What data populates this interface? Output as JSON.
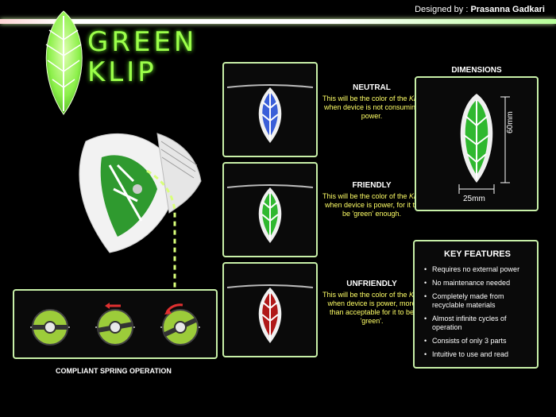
{
  "header": {
    "designed_by_label": "Designed by :",
    "designer_name": "Prasanna Gadkari"
  },
  "brand": {
    "title_line1": "GREEN",
    "title_line2": "KLIP",
    "accent_color": "#9cff4a"
  },
  "states": [
    {
      "title": "NEUTRAL",
      "desc_pre": "This will be the color of the ",
      "klip": "Klip",
      "desc_post": " when device is not consuming power.",
      "leaf_color": "#3a5ed8"
    },
    {
      "title": "FRIENDLY",
      "desc_pre": "This will be the color of the ",
      "klip": "Klip",
      "desc_post": " when device is power, for it to be 'green' enough.",
      "leaf_color": "#2fb82f"
    },
    {
      "title": "UNFRIENDLY",
      "desc_pre": "This will be the color of the ",
      "klip": "Klip",
      "desc_post": " when device is power, more than acceptable for it to be 'green'.",
      "leaf_color": "#b01818"
    }
  ],
  "dimensions": {
    "title": "DIMENSIONS",
    "height_label": "60mm",
    "width_label": "25mm"
  },
  "features": {
    "title": "KEY FEATURES",
    "items": [
      "Requires no external power",
      "No maintenance needed",
      "Completely made from recyclable materials",
      "Almost infinite cycles of operation",
      "Consists of only 3 parts",
      "Intuitive to use and read"
    ]
  },
  "spring": {
    "caption": "COMPLIANT SPRING OPERATION",
    "accent_color": "#9ccc3a"
  }
}
